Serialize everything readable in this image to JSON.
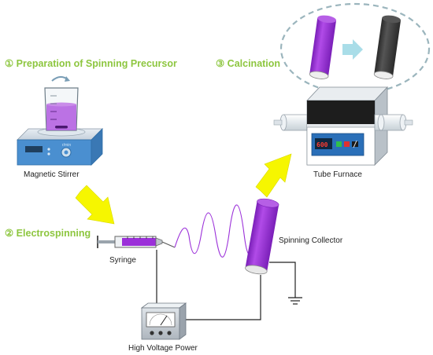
{
  "steps": {
    "step1": "① Preparation of Spinning Precursor",
    "step2": "② Electrospinning",
    "step3": "③ Calcination"
  },
  "devices": {
    "magnetic_stirrer": "Magnetic Stirrer",
    "stirrer_panel": "r/min",
    "syringe": "Syringe",
    "high_voltage_power": "High Voltage Power",
    "spinning_collector": "Spinning Collector",
    "tube_furnace": "Tube Furnace",
    "furnace_display": "600"
  },
  "colors": {
    "step_green": "#8dc63f",
    "fiber_purple": "#9b30d9",
    "calcined_black": "#3a3a3a",
    "process_arrow_yellow": "#f6f600",
    "transform_arrow_blue": "#a9dde8"
  }
}
